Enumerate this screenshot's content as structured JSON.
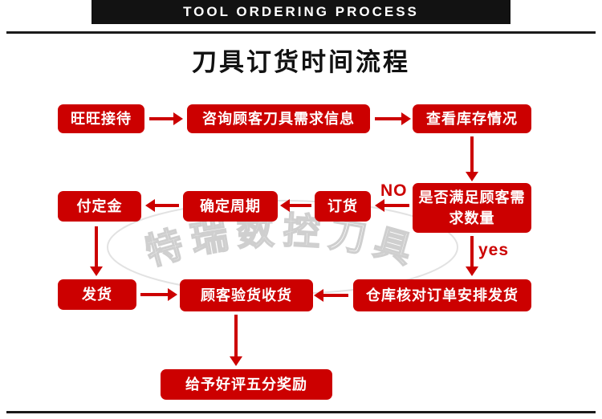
{
  "header": {
    "banner": "TOOL ORDERING PROCESS"
  },
  "title": "刀具订货时间流程",
  "watermark": "特瑞数控刀具",
  "nodes": {
    "reception": "旺旺接待",
    "inquiry": "咨询顾客刀具需求信息",
    "check_stock": "查看库存情况",
    "satisfy": "是否满足顾客需求数量",
    "order": "订货",
    "cycle": "确定周期",
    "deposit": "付定金",
    "ship": "发货",
    "inspect": "顾客验货收货",
    "warehouse": "仓库核对订单安排发货",
    "praise": "给予好评五分奖励"
  },
  "edge_labels": {
    "no": "NO",
    "yes": "yes"
  },
  "colors": {
    "node": "#cc0000",
    "arrow": "#cc0000",
    "node_text": "#ffffff",
    "banner_bg": "#121212",
    "title_text": "#111111"
  }
}
